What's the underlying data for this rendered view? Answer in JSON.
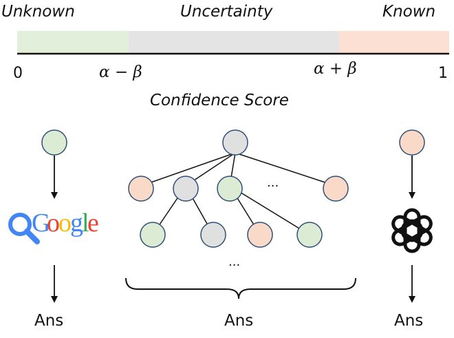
{
  "scale": {
    "unknown_label": "Unknown",
    "uncertainty_label": "Uncertainty",
    "known_label": "Known",
    "tick_0": "0",
    "tick_low": "α − β",
    "tick_high": "α + β",
    "tick_1": "1",
    "axis_title": "Confidence Score",
    "colors": {
      "unknown": "#e2efdb",
      "uncertainty": "#e4e4e4",
      "known": "#fbe0d3"
    }
  },
  "node_colors": {
    "green": "#dcebd3",
    "gray": "#e0e0e0",
    "peach": "#f9d9c8",
    "stroke": "#2f4f78"
  },
  "branches": {
    "left": {
      "logo_letters": [
        "G",
        "o",
        "o",
        "g",
        "l",
        "e"
      ],
      "answer": "Ans"
    },
    "middle": {
      "ellipsis_row": "...",
      "ellipsis_bottom": "...",
      "answer": "Ans"
    },
    "right": {
      "logo": "openai-icon",
      "answer": "Ans"
    }
  }
}
